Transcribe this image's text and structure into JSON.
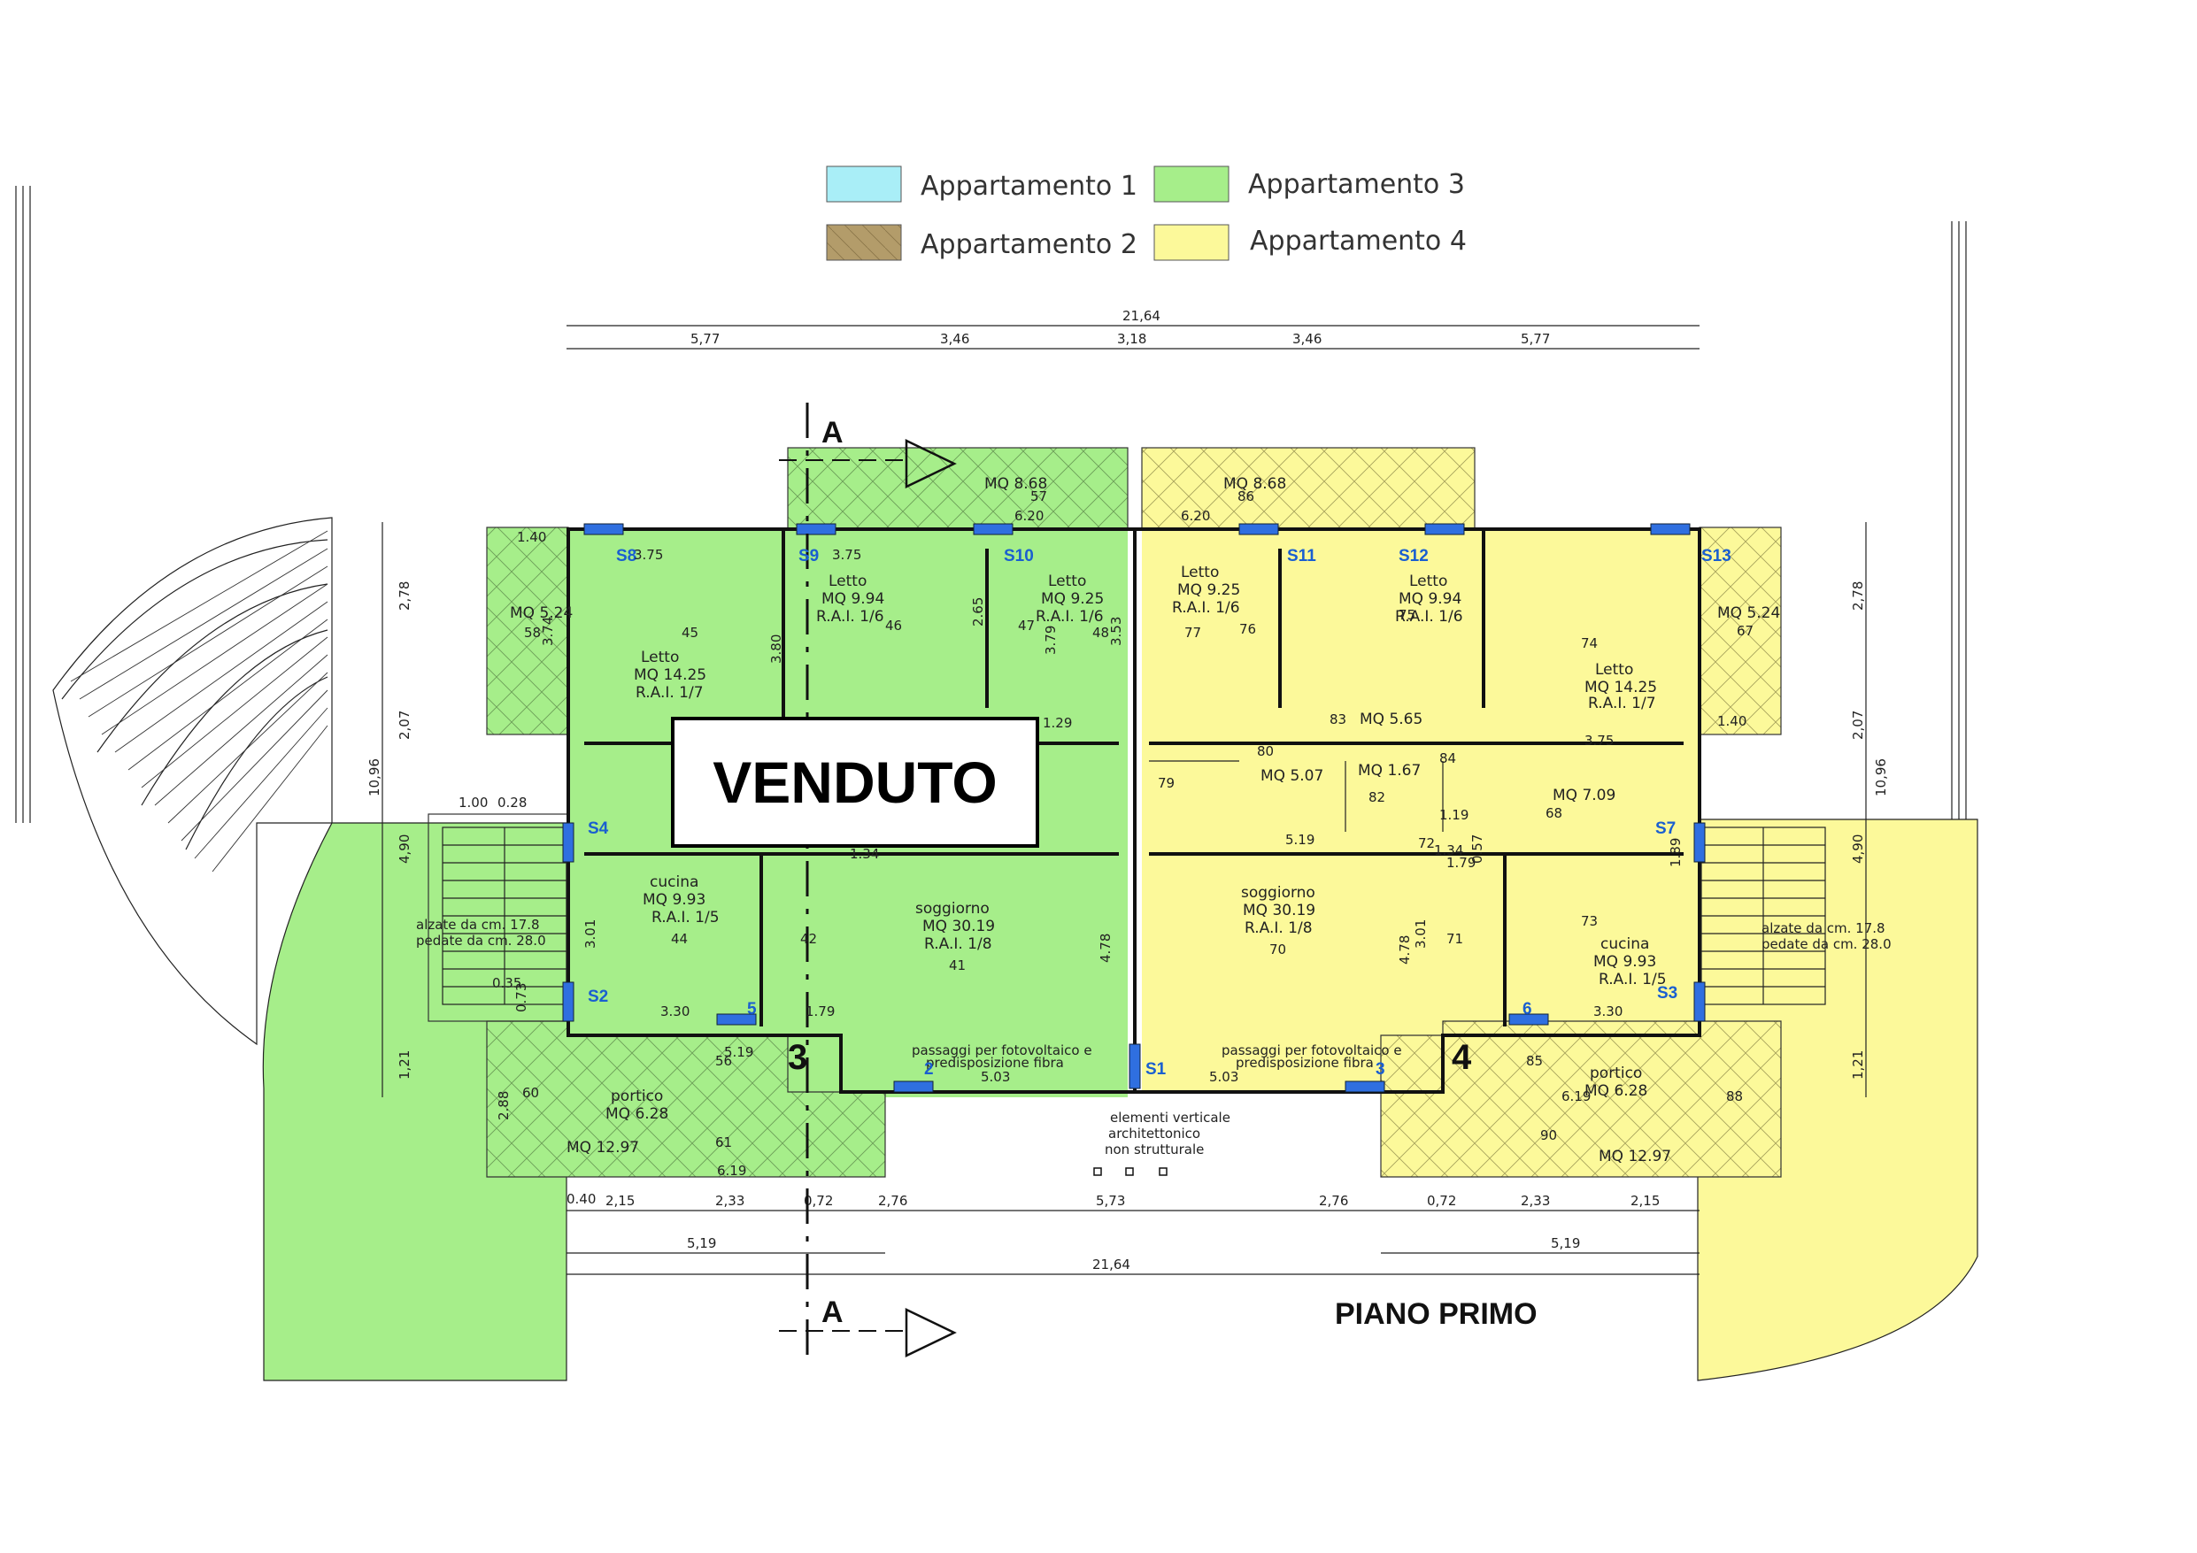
{
  "legend": [
    {
      "label": "Appartamento 1",
      "color": "#a9eef7"
    },
    {
      "label": "Appartamento 2",
      "color": "#b39c6a"
    },
    {
      "label": "Appartamento 3",
      "color": "#a6ee8a"
    },
    {
      "label": "Appartamento 4",
      "color": "#fcf99a"
    }
  ],
  "status_stamp": "VENDUTO",
  "floor_title": "PIANO PRIMO",
  "section_marker": "A",
  "unit_numbers": [
    "3",
    "4"
  ],
  "note": [
    "elementi verticale",
    "architettonico",
    "non strutturale"
  ],
  "dims_top": {
    "total": "21,64",
    "parts": [
      "5,77",
      "3,46",
      "3,18",
      "3,46",
      "5,77"
    ]
  },
  "dims_bottom": {
    "total": "21,64",
    "half_left": "5,19",
    "half_right": "5,19",
    "parts": [
      "2,15",
      "2,33",
      "0,72",
      "2,76",
      "5,73",
      "2,76",
      "0,72",
      "2,33",
      "2,15"
    ]
  },
  "dims_side": {
    "total": "10,96",
    "parts": [
      "2,78",
      "2,07",
      "4,90",
      "1,21"
    ]
  },
  "stair_notes": [
    "alzate da cm. 17.8",
    "pedate da cm. 28.0"
  ],
  "rooms": {
    "letto_large": [
      "Letto",
      "MQ 14.25",
      "R.A.I. 1/7"
    ],
    "letto_mid": [
      "Letto",
      "MQ 9.94",
      "R.A.I. 1/6"
    ],
    "letto_small": [
      "Letto",
      "MQ 9.25",
      "R.A.I. 1/6"
    ],
    "cucina": [
      "cucina",
      "MQ 9.93",
      "R.A.I. 1/5"
    ],
    "soggiorno": [
      "soggiorno",
      "MQ 30.19",
      "R.A.I. 1/8"
    ],
    "terrazzo_top": "MQ 8.68",
    "terrazzo_side": "MQ 5.24",
    "portico": [
      "portico",
      "MQ 6.28"
    ],
    "portico_large": "MQ 12.97",
    "bagno": "MQ 5.07",
    "bagno2": "MQ 7.09",
    "disimpegno": "MQ 5.65",
    "ripostiglio": "MQ 1.67",
    "fibra": [
      "passaggi per fotovoltaico e",
      "predisposizione fibra"
    ]
  },
  "window_labels_left": [
    "S8",
    "S9",
    "S10",
    "S4",
    "S2",
    "5",
    "2",
    "S1"
  ],
  "window_labels_right": [
    "S11",
    "S12",
    "S13",
    "S7",
    "S3",
    "6",
    "3"
  ],
  "room_numbers_left": [
    "45",
    "46",
    "47",
    "48",
    "58",
    "57",
    "44",
    "42",
    "41",
    "60",
    "61",
    "56"
  ],
  "room_numbers_right": [
    "77",
    "76",
    "75",
    "74",
    "67",
    "86",
    "73",
    "70",
    "71",
    "88",
    "90",
    "85",
    "80",
    "83",
    "84",
    "82",
    "72",
    "79",
    "68"
  ],
  "misc_dims": [
    "3.75",
    "3.80",
    "2.65",
    "3.79",
    "3.53",
    "3.74",
    "1.40",
    "6.20",
    "1.29",
    "3.01",
    "3.30",
    "4.78",
    "5.03",
    "5.19",
    "6.19",
    "2.88",
    "1.89",
    "1.34",
    "1.79",
    "1.19",
    "0.57",
    "0.35",
    "0.73",
    "1.00",
    "0.28",
    "0.40"
  ]
}
